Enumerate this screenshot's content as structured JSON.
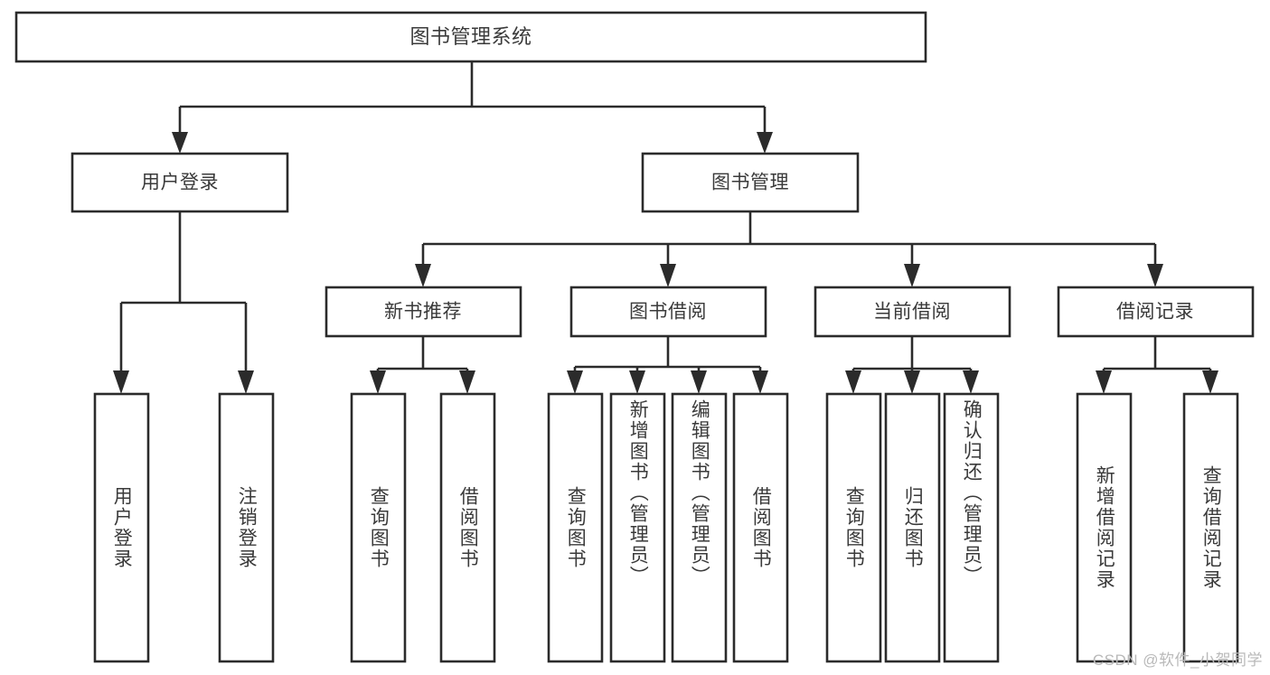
{
  "diagram": {
    "title": "图书管理系统",
    "type": "tree",
    "orientation": "top-down",
    "colors": {
      "stroke": "#2b2b2b",
      "box_fill": "#ffffff",
      "text": "#3a3a3a",
      "background": "#ffffff",
      "watermark": "#b9b9b9"
    }
  },
  "watermark": {
    "text": "CSDN @软件_小贺同学"
  },
  "nodes": {
    "root": {
      "label": "图书管理系统"
    },
    "level2": [
      {
        "id": "user-login",
        "label": "用户登录"
      },
      {
        "id": "book-manage",
        "label": "图书管理"
      }
    ],
    "level3": [
      {
        "id": "new-book-recommend",
        "label": "新书推荐"
      },
      {
        "id": "book-borrow",
        "label": "图书借阅"
      },
      {
        "id": "current-borrow",
        "label": "当前借阅"
      },
      {
        "id": "borrow-record",
        "label": "借阅记录"
      }
    ],
    "leaves": {
      "user-login": [
        {
          "id": "leaf-user-login",
          "label": "用户登录"
        },
        {
          "id": "leaf-logout",
          "label": "注销登录"
        }
      ],
      "new-book-recommend": [
        {
          "id": "leaf-query-book-1",
          "label": "查询图书"
        },
        {
          "id": "leaf-borrow-book-1",
          "label": "借阅图书"
        }
      ],
      "book-borrow": [
        {
          "id": "leaf-query-book-2",
          "label": "查询图书"
        },
        {
          "id": "leaf-add-book",
          "label": "新增图书（管理员）"
        },
        {
          "id": "leaf-edit-book",
          "label": "编辑图书（管理员）"
        },
        {
          "id": "leaf-borrow-book-2",
          "label": "借阅图书"
        }
      ],
      "current-borrow": [
        {
          "id": "leaf-query-book-3",
          "label": "查询图书"
        },
        {
          "id": "leaf-return-book",
          "label": "归还图书"
        },
        {
          "id": "leaf-confirm-return",
          "label": "确认归还（管理员）"
        }
      ],
      "borrow-record": [
        {
          "id": "leaf-add-record",
          "label": "新增借阅记录"
        },
        {
          "id": "leaf-query-record",
          "label": "查询借阅记录"
        }
      ]
    }
  },
  "edges": [
    {
      "from": "root",
      "to": "user-login"
    },
    {
      "from": "root",
      "to": "book-manage"
    },
    {
      "from": "user-login",
      "to": "leaf-user-login"
    },
    {
      "from": "user-login",
      "to": "leaf-logout"
    },
    {
      "from": "book-manage",
      "to": "new-book-recommend"
    },
    {
      "from": "book-manage",
      "to": "book-borrow"
    },
    {
      "from": "book-manage",
      "to": "current-borrow"
    },
    {
      "from": "book-manage",
      "to": "borrow-record"
    },
    {
      "from": "new-book-recommend",
      "to": "leaf-query-book-1"
    },
    {
      "from": "new-book-recommend",
      "to": "leaf-borrow-book-1"
    },
    {
      "from": "book-borrow",
      "to": "leaf-query-book-2"
    },
    {
      "from": "book-borrow",
      "to": "leaf-add-book"
    },
    {
      "from": "book-borrow",
      "to": "leaf-edit-book"
    },
    {
      "from": "book-borrow",
      "to": "leaf-borrow-book-2"
    },
    {
      "from": "current-borrow",
      "to": "leaf-query-book-3"
    },
    {
      "from": "current-borrow",
      "to": "leaf-return-book"
    },
    {
      "from": "current-borrow",
      "to": "leaf-confirm-return"
    },
    {
      "from": "borrow-record",
      "to": "leaf-add-record"
    },
    {
      "from": "borrow-record",
      "to": "leaf-query-record"
    }
  ]
}
